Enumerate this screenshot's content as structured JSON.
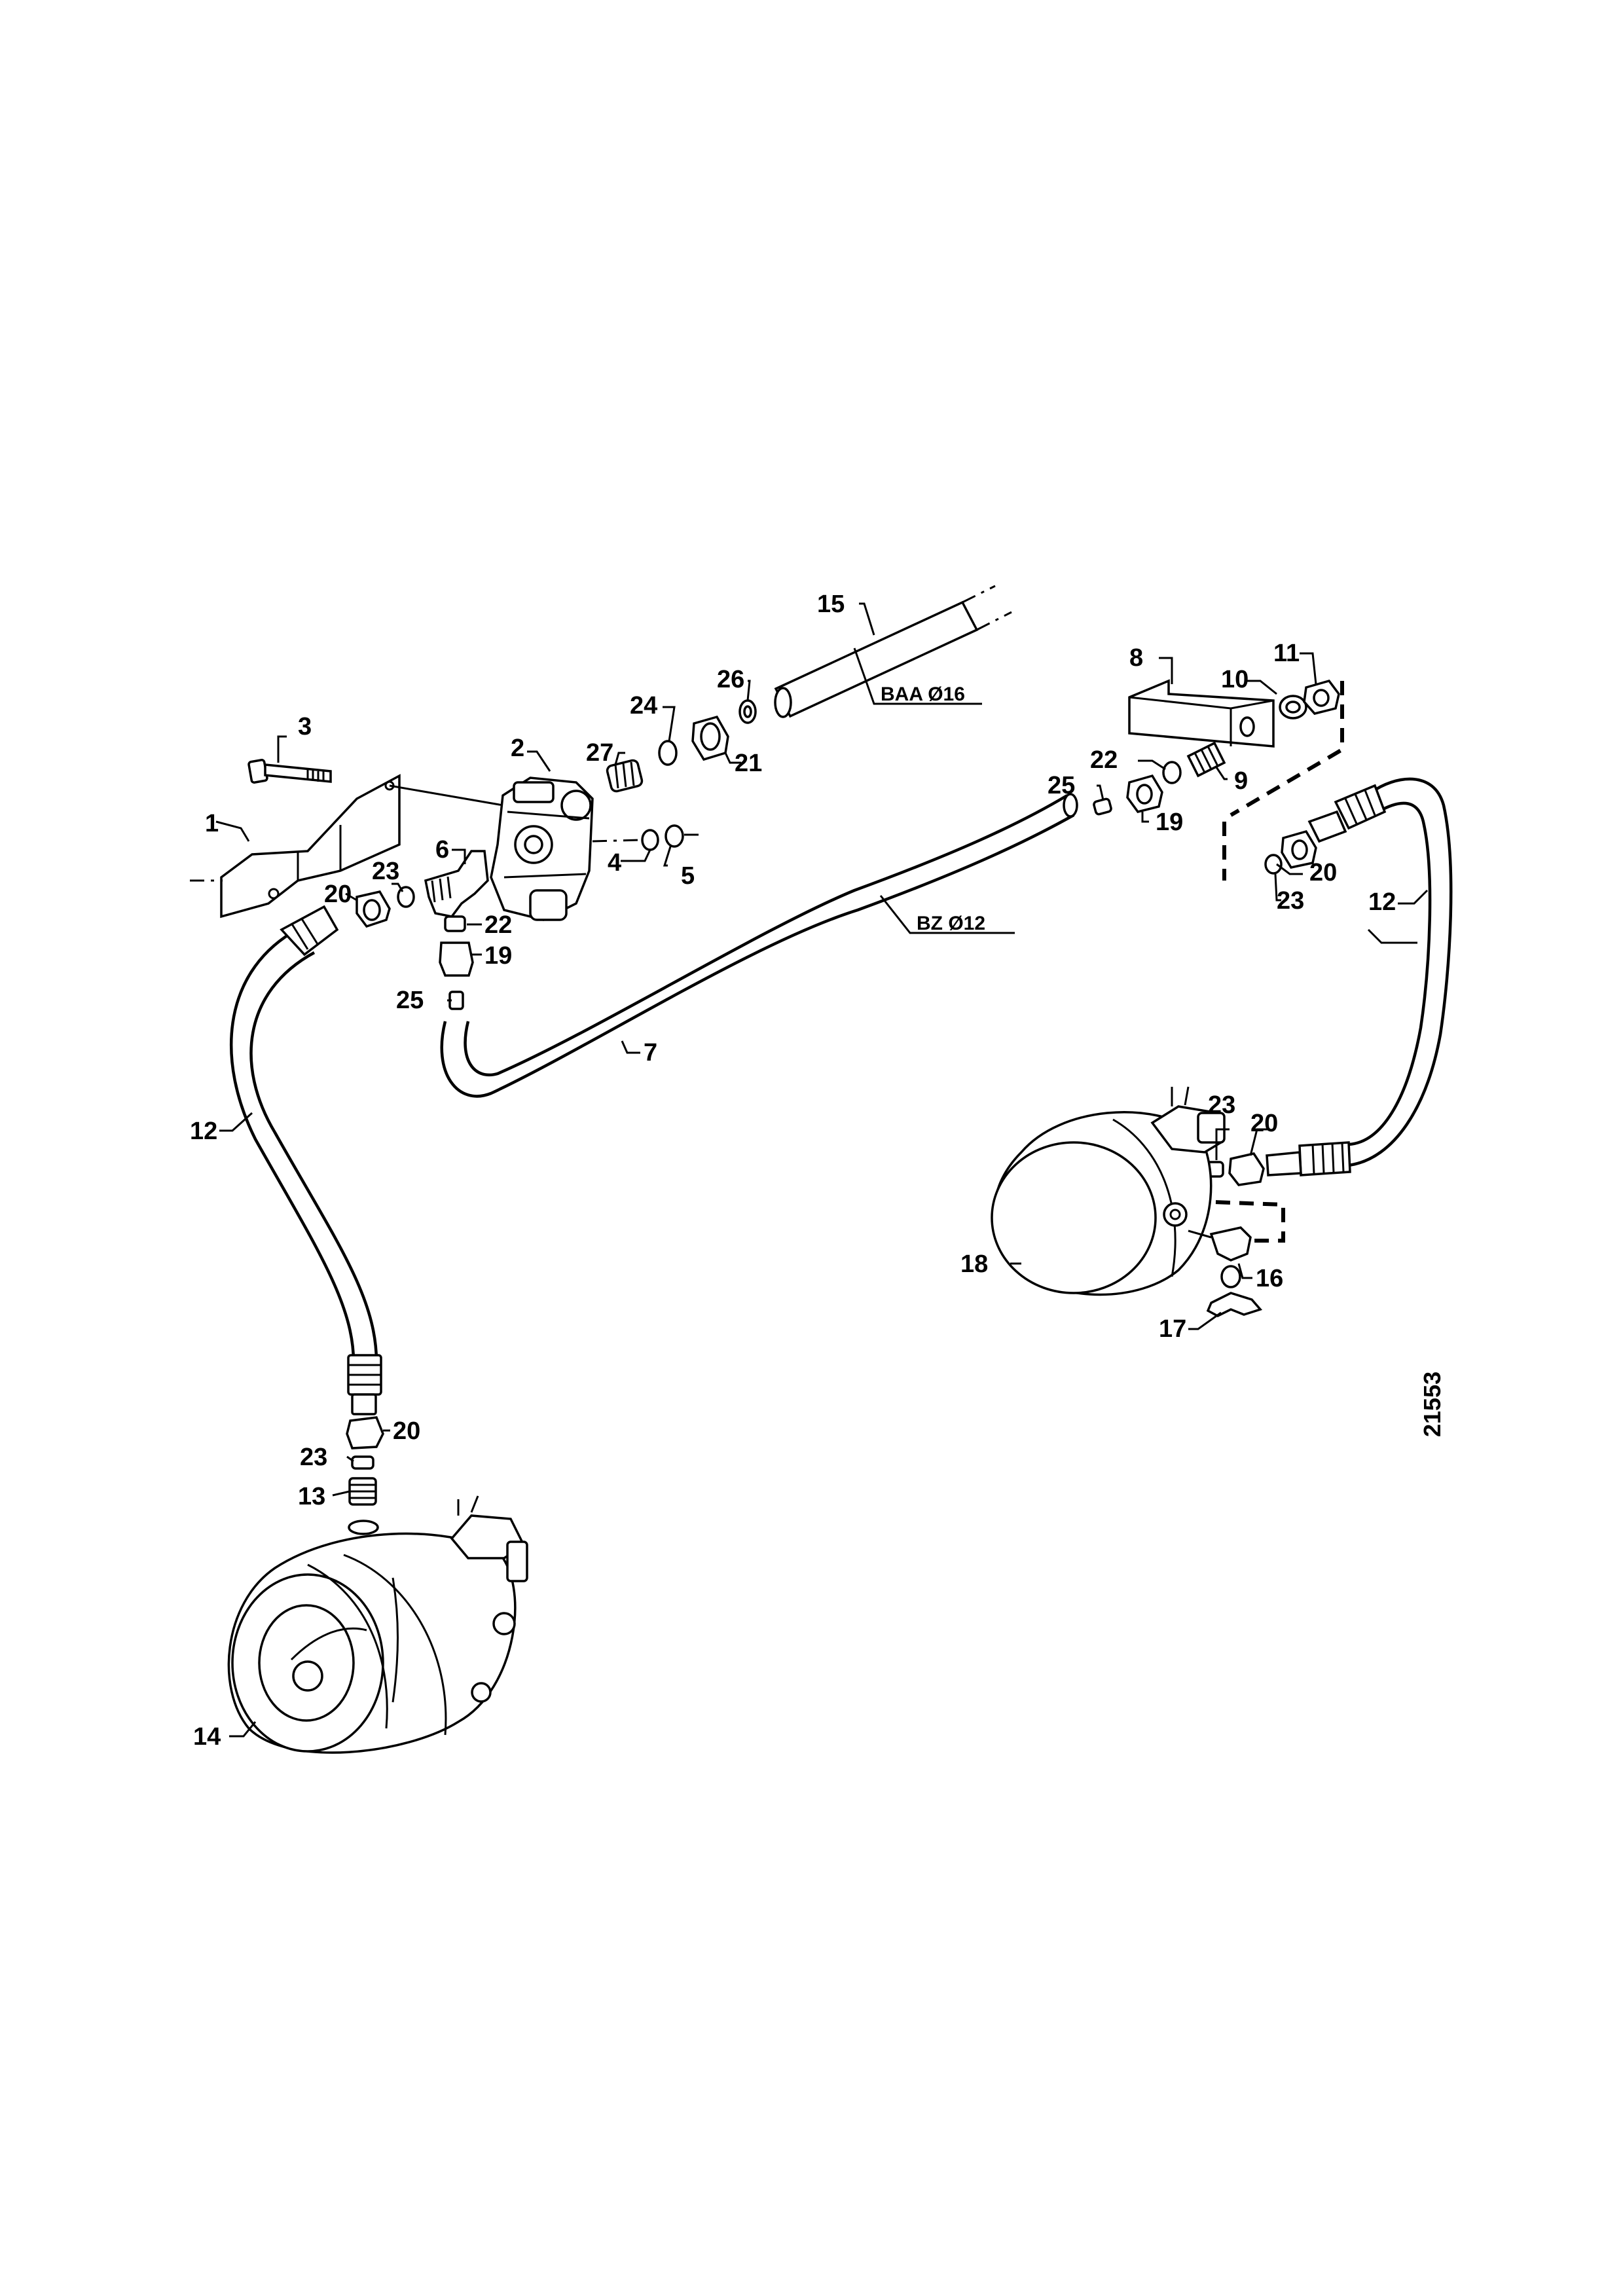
{
  "labels": {
    "l1": "1",
    "l2": "2",
    "l3": "3",
    "l4": "4",
    "l5": "5",
    "l6": "6",
    "l7": "7",
    "l8": "8",
    "l9": "9",
    "l10": "10",
    "l11": "11",
    "l12a": "12",
    "l12b": "12",
    "l13": "13",
    "l14": "14",
    "l15": "15",
    "l16": "16",
    "l17": "17",
    "l18": "18",
    "l19a": "19",
    "l19b": "19",
    "l20a": "20",
    "l20b": "20",
    "l20c": "20",
    "l20d": "20",
    "l21": "21",
    "l22a": "22",
    "l22b": "22",
    "l23a": "23",
    "l23b": "23",
    "l23c": "23",
    "l23d": "23",
    "l24": "24",
    "l25a": "25",
    "l25b": "25",
    "l26": "26",
    "l27": "27"
  },
  "line_tags": {
    "baa": "BAA Ø16",
    "bz": "BZ Ø12"
  },
  "drawing_number": "21553"
}
